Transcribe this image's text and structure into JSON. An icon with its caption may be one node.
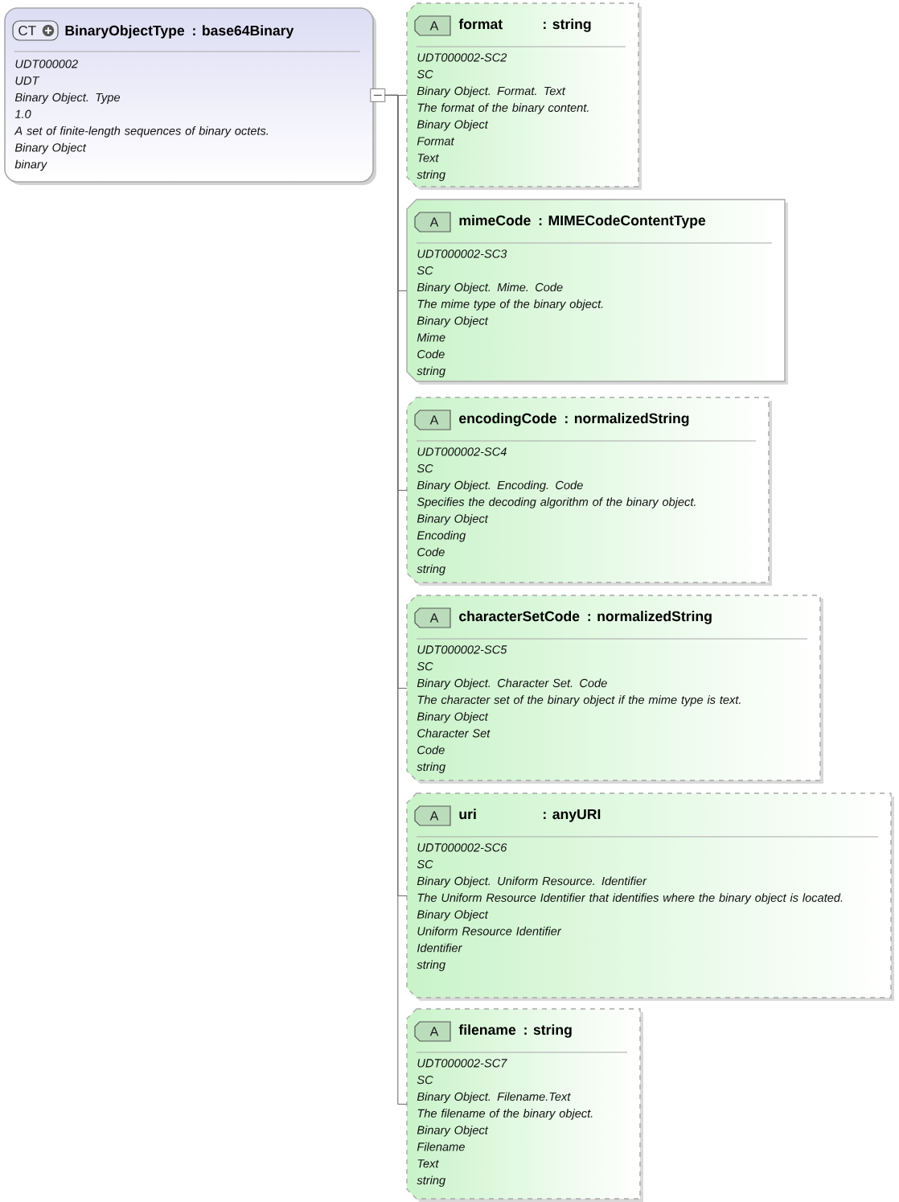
{
  "diagram": {
    "nodes": [
      {
        "text": [
          "CT",
          "BinaryObjectType",
          ": base64Binary",
          "UDT000002",
          "UDT",
          "Binary Object. Type",
          "1.0",
          "A set of finite-length sequences of binary octets.",
          "Binary Object",
          "binary"
        ]
      },
      {
        "text": [
          "A",
          "format",
          ": string",
          "UDT000002-SC2",
          "SC",
          "Binary Object. Format. Text",
          "The format of the binary content.",
          "Binary Object",
          "Format",
          "Text",
          "string"
        ]
      },
      {
        "text": [
          "A",
          "mimeCode",
          ": MIMECodeContentType",
          "UDT000002-SC3",
          "SC",
          "Binary Object. Mime. Code",
          "The mime type of the binary object.",
          "Binary Object",
          "Mime",
          "Code",
          "string"
        ]
      },
      {
        "text": [
          "A",
          "encodingCode",
          ": normalizedString",
          "UDT000002-SC4",
          "SC",
          "Binary Object. Encoding. Code",
          "Specifies the decoding algorithm of the binary object.",
          "Binary Object",
          "Encoding",
          "Code",
          "string"
        ]
      },
      {
        "text": [
          "A",
          "characterSetCode",
          ": normalizedString",
          "UDT000002-SC5",
          "SC",
          "Binary Object. Character Set. Code",
          "The character set of the binary object if the mime type is text.",
          "Binary Object",
          "Character Set",
          "Code",
          "string"
        ]
      },
      {
        "text": [
          "A",
          "uri",
          ": anyURI",
          "UDT000002-SC6",
          "SC",
          "Binary Object. Uniform Resource. Identifier",
          "The Uniform Resource Identifier that identifies where the binary object is located.",
          "Binary Object",
          "Uniform Resource Identifier",
          "Identifier",
          "string"
        ]
      },
      {
        "text": [
          "A",
          "filename",
          ": string",
          "UDT000002-SC7",
          "SC",
          "Binary Object. Filename.Text",
          "The filename of the binary object.",
          "Binary Object",
          "Filename",
          "Text",
          "string"
        ]
      }
    ],
    "edges": [
      {
        "from": 0,
        "to": 1,
        "arrow": "none"
      },
      {
        "from": 0,
        "to": 2,
        "arrow": "none"
      },
      {
        "from": 0,
        "to": 3,
        "arrow": "none"
      },
      {
        "from": 0,
        "to": 4,
        "arrow": "none"
      },
      {
        "from": 0,
        "to": 5,
        "arrow": "none"
      },
      {
        "from": 0,
        "to": 6,
        "arrow": "none"
      }
    ]
  }
}
